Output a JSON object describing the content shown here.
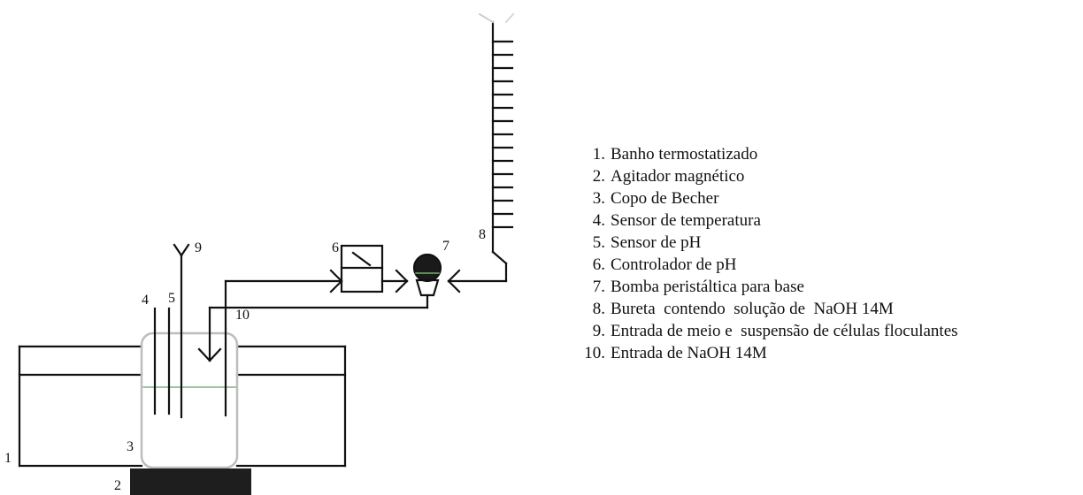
{
  "diagram": {
    "callouts": {
      "c1": "1",
      "c2": "2",
      "c3": "3",
      "c4": "4",
      "c5": "5",
      "c6": "6",
      "c7": "7",
      "c8": "8",
      "c9": "9",
      "c10": "10"
    },
    "legend": [
      {
        "num": "1.",
        "text": "Banho termostatizado"
      },
      {
        "num": "2.",
        "text": "Agitador magnético"
      },
      {
        "num": "3.",
        "text": "Copo de Becher"
      },
      {
        "num": "4.",
        "text": "Sensor de temperatura"
      },
      {
        "num": "5.",
        "text": "Sensor de pH"
      },
      {
        "num": "6.",
        "text": "Controlador de pH"
      },
      {
        "num": "7.",
        "text": "Bomba peristáltica para base"
      },
      {
        "num": "8.",
        "text": "Bureta  contendo  solução de  NaOH 14M"
      },
      {
        "num": "9.",
        "text": "Entrada de meio e  suspensão de células floculantes"
      },
      {
        "num": "10.",
        "text": "Entrada de NaOH 14M"
      }
    ]
  }
}
